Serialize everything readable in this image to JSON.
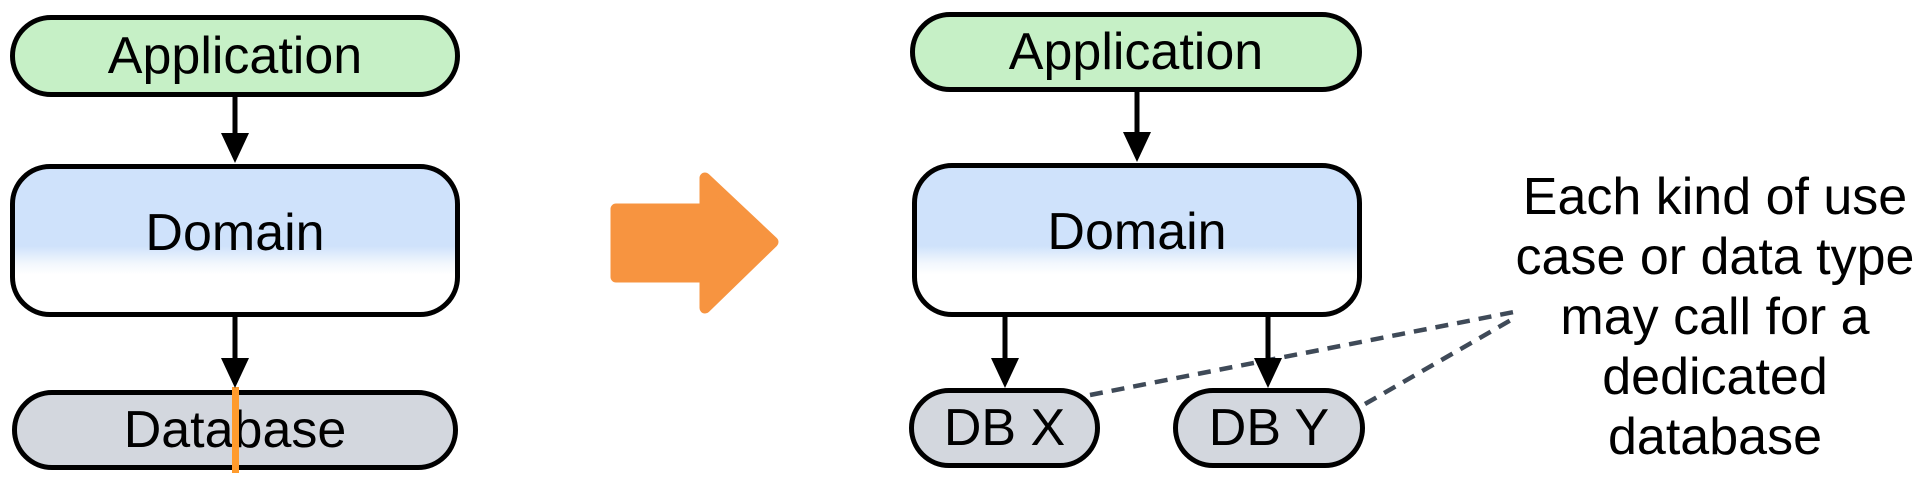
{
  "before_stack": {
    "application_label": "Application",
    "domain_label": "Domain",
    "database_label": "Database"
  },
  "after_stack": {
    "application_label": "Application",
    "domain_label": "Domain",
    "db_x_label": "DB X",
    "db_y_label": "DB Y"
  },
  "annotation": {
    "text": "Each kind of use case or data type may call for a dedicated database",
    "lines": [
      "Each kind of use",
      "case or data type",
      "may call for a",
      "dedicated",
      "database"
    ]
  },
  "colors": {
    "application_fill": "#c6f0c6",
    "domain_fill_top": "#cfe2fb",
    "database_fill": "#d3d7de",
    "border": "#000000",
    "transform_arrow": "#f79440",
    "highlight_line": "#ff9b2d",
    "dashed_line": "#3f4a58",
    "text": "#000000"
  }
}
